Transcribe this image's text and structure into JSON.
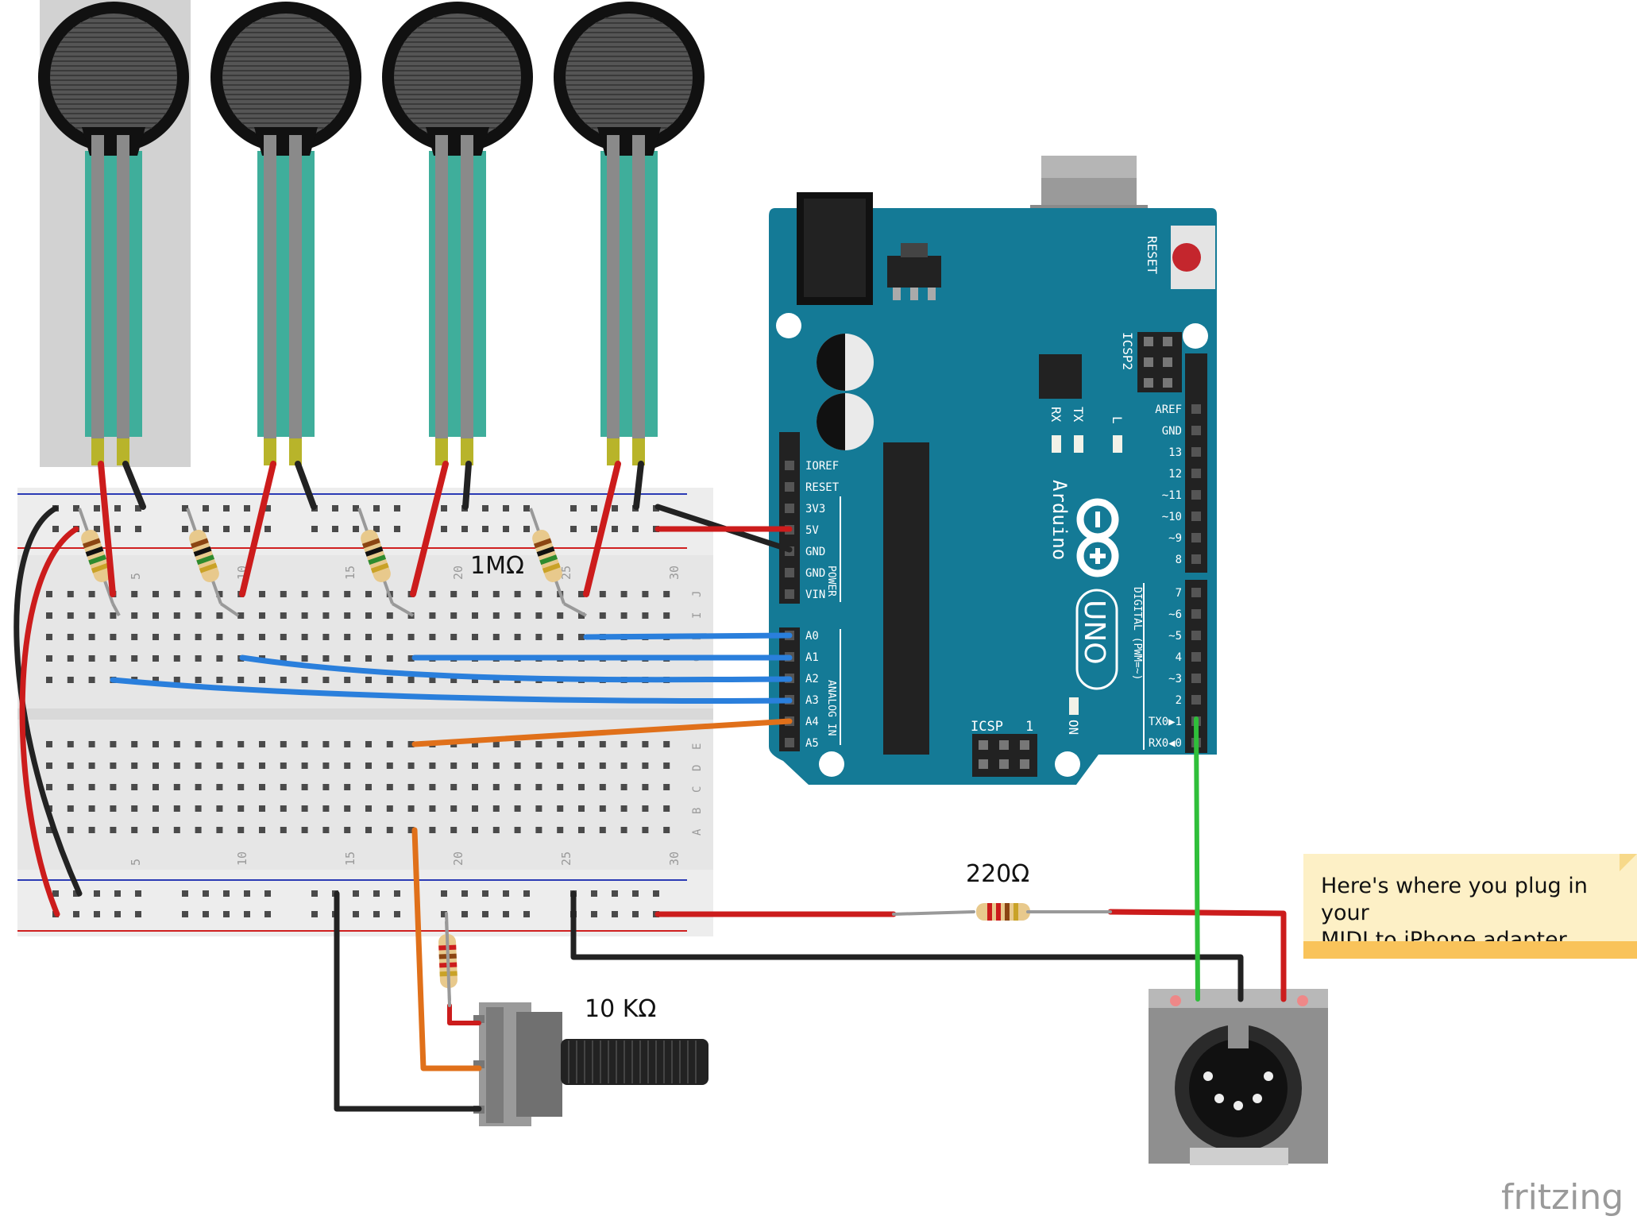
{
  "labels": {
    "r_fsr": "1MΩ",
    "r_midi": "220Ω",
    "r_pot": "10 KΩ",
    "watermark": "fritzing"
  },
  "note": {
    "line1": "Here's where you plug in your",
    "line2": "MIDI to iPhone adapter"
  },
  "arduino": {
    "reset": "RESET",
    "icsp2": "ICSP2",
    "icsp": "ICSP",
    "icsp_pin": "1",
    "tx": "TX",
    "rx": "RX",
    "l": "L",
    "on": "ON",
    "brand": "Arduino",
    "model": "UNO",
    "power": "POWER",
    "analog_in": "ANALOG IN",
    "digital": "DIGITAL (PWM=~)",
    "power_pins": [
      "IOREF",
      "RESET",
      "3V3",
      "5V",
      "GND",
      "GND",
      "VIN"
    ],
    "analog_pins": [
      "A0",
      "A1",
      "A2",
      "A3",
      "A4",
      "A5"
    ],
    "digital_top": [
      "AREF",
      "GND",
      "13",
      "12",
      "~11",
      "~10",
      "~9",
      "8"
    ],
    "digital_bottom": [
      "7",
      "~6",
      "~5",
      "4",
      "~3",
      "2",
      "TX0▶1",
      "RX0◀0"
    ]
  },
  "breadboard": {
    "col_labels": [
      "5",
      "10",
      "15",
      "20",
      "25",
      "30"
    ],
    "row_labels_top": [
      "J",
      "I",
      "H",
      "G",
      "F"
    ],
    "row_labels_bottom": [
      "E",
      "D",
      "C",
      "B",
      "A"
    ]
  },
  "colors": {
    "board": "#147a96",
    "fsr_trace": "#3fae9b",
    "breadboard": "#e8e8e8",
    "wire_red": "#cc1c1c",
    "wire_black": "#222222",
    "wire_blue": "#2a7fdc",
    "wire_orange": "#e0701a",
    "wire_green": "#2fbf3a"
  }
}
